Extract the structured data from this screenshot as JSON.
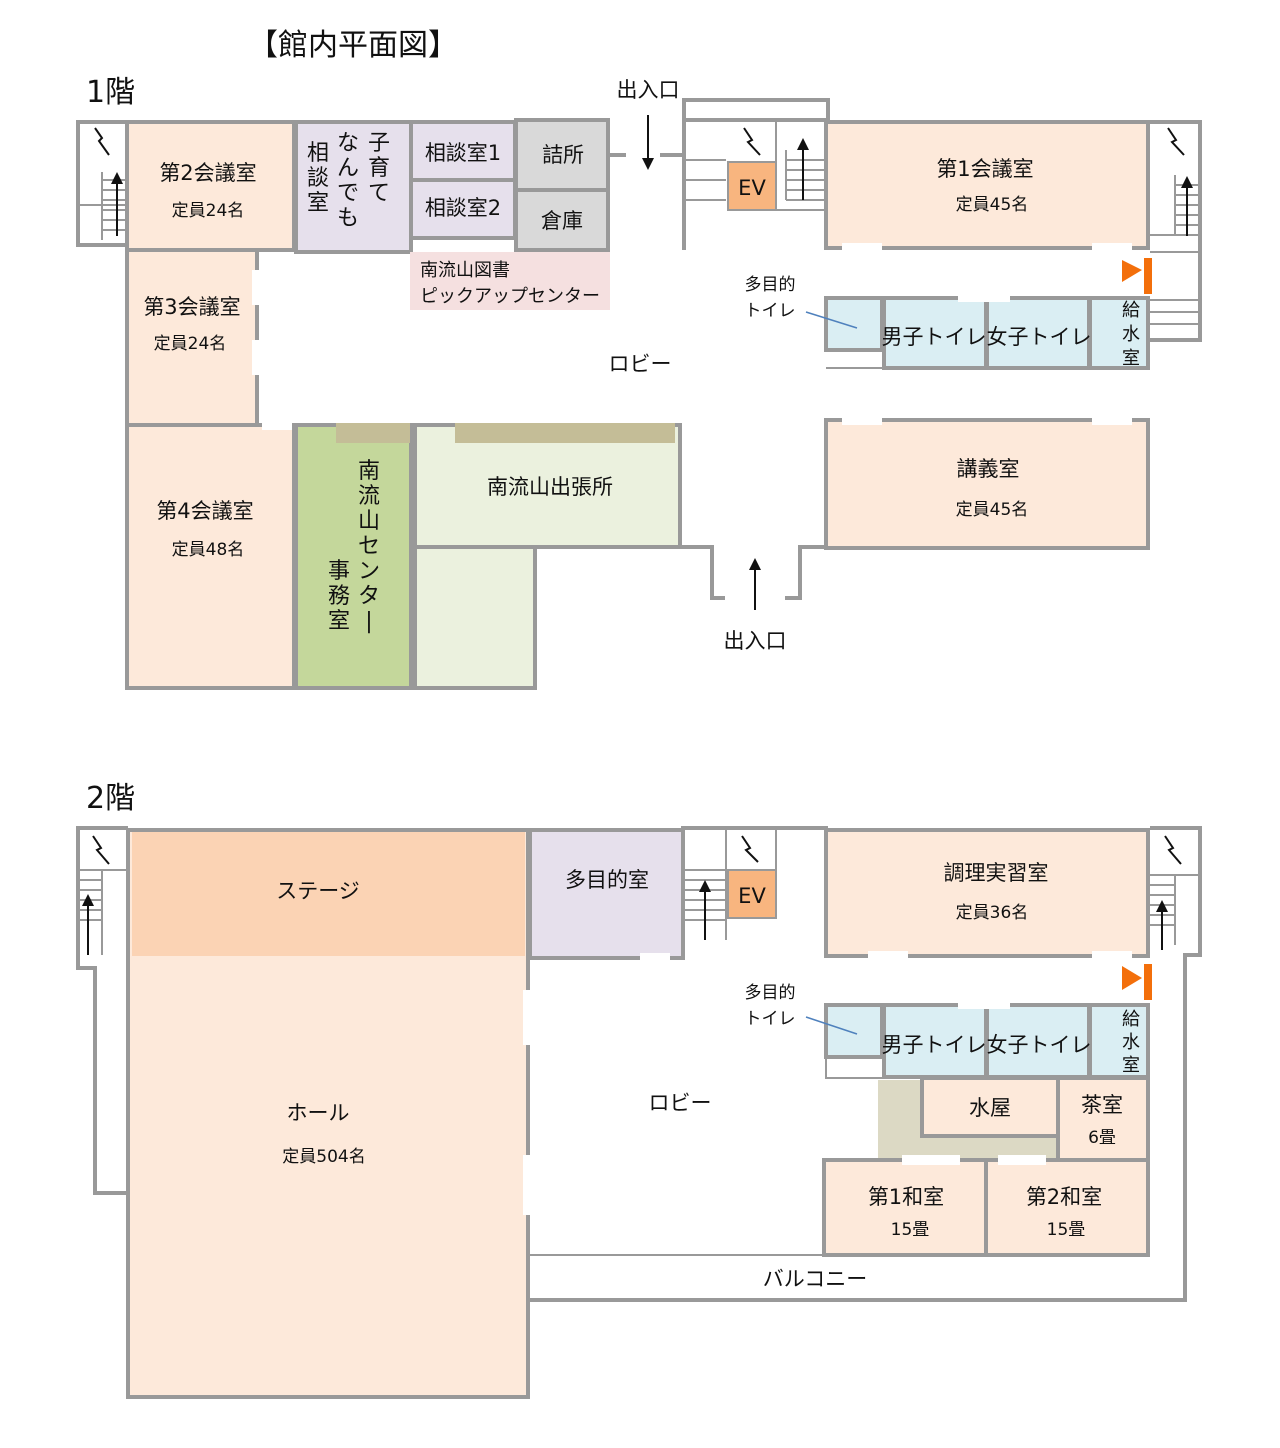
{
  "title": "【館内平面図】",
  "colors": {
    "meeting": "#fde9da",
    "stage": "#fbd3b4",
    "purple": "#e6e0ec",
    "gray": "#d9d9d9",
    "pink": "#f5e0e0",
    "green_dark": "#c4d79b",
    "green_light": "#ebf1de",
    "toilet": "#daeef3",
    "ev": "#f8b57f",
    "tan": "#c4bd97",
    "tan_light": "#dcd9c4",
    "accent_orange": "#f36f0b",
    "wall": "#999999"
  },
  "floor1": {
    "heading": "1階",
    "rooms": {
      "conf2": {
        "name": "第2会議室",
        "cap": "定員24名"
      },
      "conf3": {
        "name": "第3会議室",
        "cap": "定員24名"
      },
      "conf4": {
        "name": "第4会議室",
        "cap": "定員48名"
      },
      "kosodate": {
        "lines": [
          "子育て",
          "なんでも",
          "相談室"
        ]
      },
      "consult1": "相談室1",
      "consult2": "相談室2",
      "tsumesho": "詰所",
      "souko": "倉庫",
      "library": {
        "line1": "南流山図書",
        "line2": "ピックアップセンター"
      },
      "office": {
        "lines": [
          "南流山センター",
          "事務室"
        ]
      },
      "branch": "南流山出張所",
      "ev": "EV",
      "conf1": {
        "name": "第1会議室",
        "cap": "定員45名"
      },
      "multi_toilet": {
        "line1": "多目的",
        "line2": "トイレ"
      },
      "men": "男子トイレ",
      "women": "女子トイレ",
      "water": {
        "lines": [
          "給",
          "水",
          "室"
        ]
      },
      "lobby": "ロビー",
      "lecture": {
        "name": "講義室",
        "cap": "定員45名"
      },
      "entrance_top": "出入口",
      "entrance_bottom": "出入口"
    }
  },
  "floor2": {
    "heading": "2階",
    "rooms": {
      "stage": "ステージ",
      "hall": {
        "name": "ホール",
        "cap": "定員504名"
      },
      "multi_room": "多目的室",
      "ev": "EV",
      "cooking": {
        "name": "調理実習室",
        "cap": "定員36名"
      },
      "multi_toilet": {
        "line1": "多目的",
        "line2": "トイレ"
      },
      "men": "男子トイレ",
      "women": "女子トイレ",
      "water": {
        "lines": [
          "給",
          "水",
          "室"
        ]
      },
      "lobby": "ロビー",
      "mizuya": "水屋",
      "chashitsu": {
        "name": "茶室",
        "cap": "6畳"
      },
      "washitsu1": {
        "name": "第1和室",
        "cap": "15畳"
      },
      "washitsu2": {
        "name": "第2和室",
        "cap": "15畳"
      },
      "balcony": "バルコニー"
    }
  }
}
